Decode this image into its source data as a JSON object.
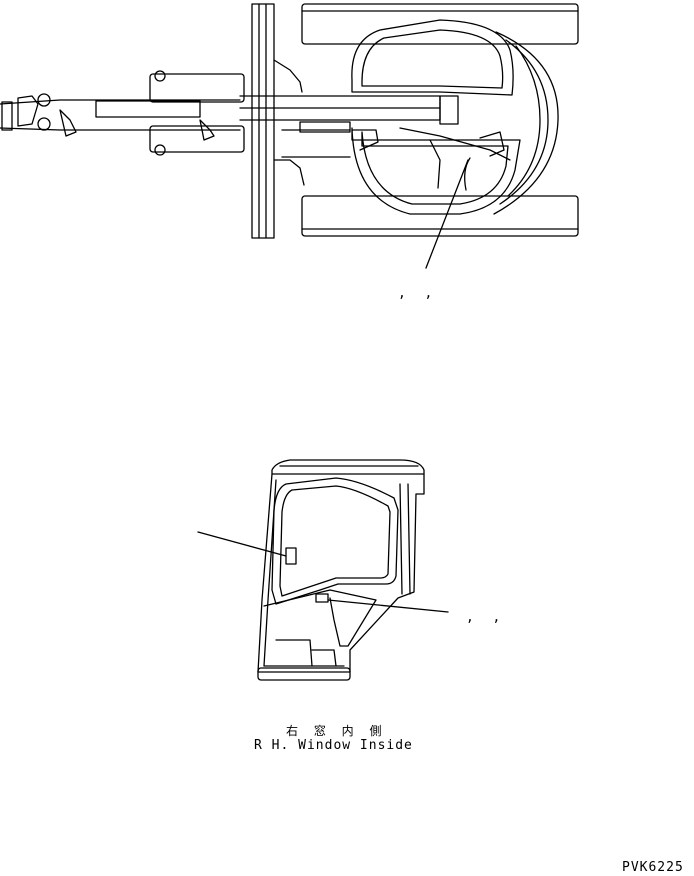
{
  "top_view": {
    "callout_marks": ",  ,"
  },
  "cab_view": {
    "callout_marks": ",  ,",
    "caption_jp": "右 窓 内 側",
    "caption_en": "R H. Window Inside"
  },
  "drawing_code": "PVK6225"
}
